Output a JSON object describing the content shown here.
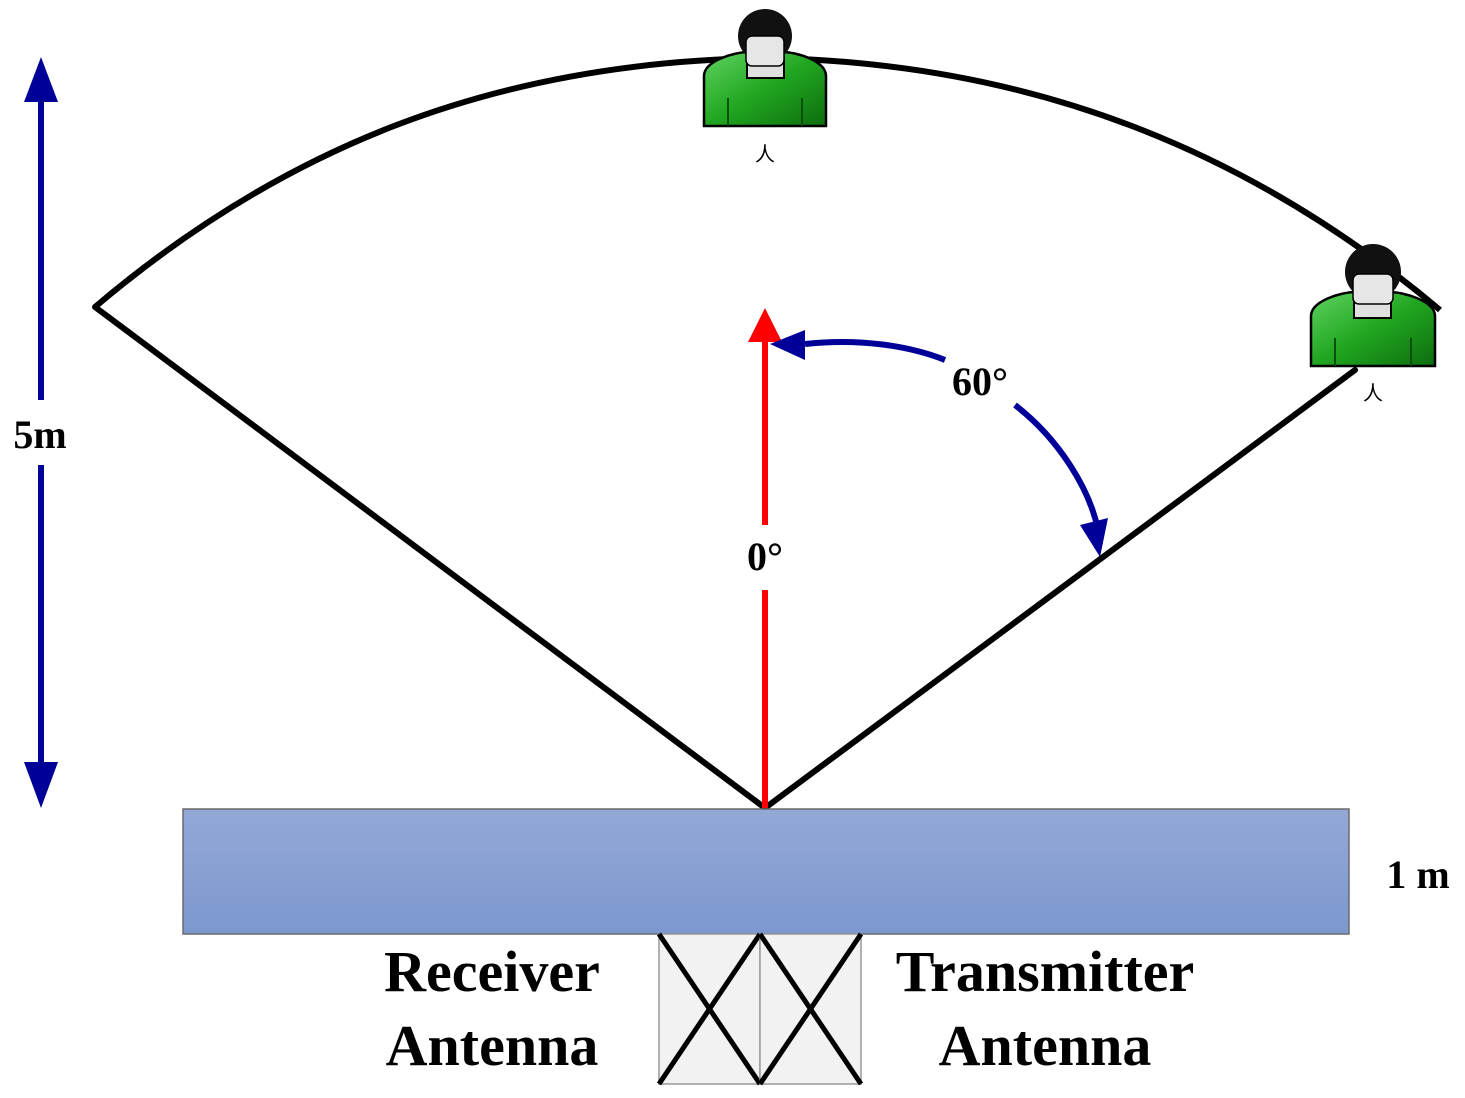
{
  "labels": {
    "distance": "5m",
    "table_height": "1 m",
    "center_angle": "0°",
    "edge_angle": "60°",
    "receiver_line1": "Receiver",
    "receiver_line2": "Antenna",
    "transmitter_line1": "Transmitter",
    "transmitter_line2": "Antenna",
    "person_top": "人",
    "person_right": "人"
  },
  "colors": {
    "outline": "#000000",
    "center_axis": "#ff0000",
    "dimension_arrow": "#000099",
    "table_top": "#93a8d6",
    "table_bottom": "#7c98cf",
    "person_body": "#1f9e1f",
    "antenna_fill": "#f2f2f2"
  },
  "icons": {
    "person": "person-icon",
    "antenna": "antenna-cross-icon"
  }
}
